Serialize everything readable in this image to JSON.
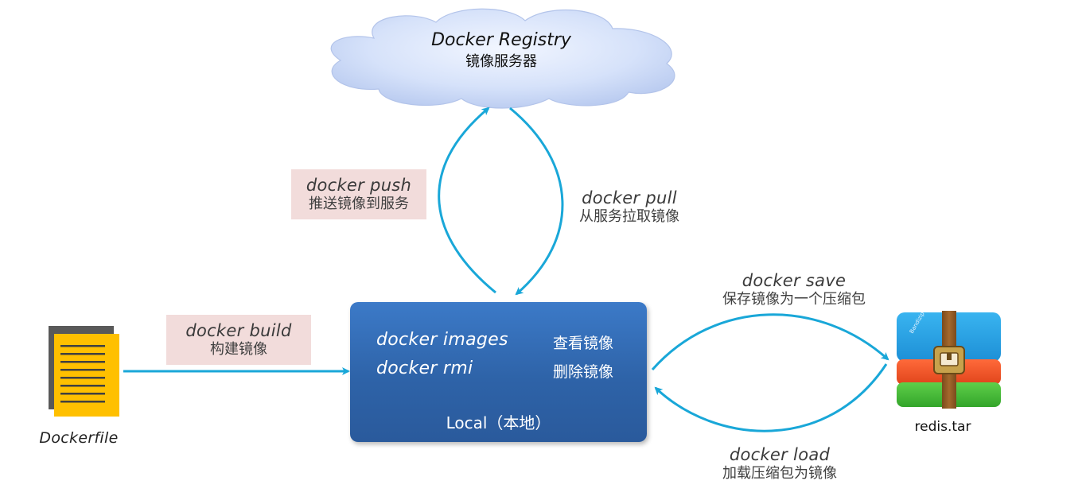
{
  "registry": {
    "title": "Docker Registry",
    "subtitle": "镜像服务器"
  },
  "push": {
    "command": "docker push",
    "desc": "推送镜像到服务"
  },
  "pull": {
    "command": "docker pull",
    "desc": "从服务拉取镜像"
  },
  "build": {
    "command": "docker build",
    "desc": "构建镜像"
  },
  "local": {
    "rows": [
      {
        "command": "docker images",
        "desc": "查看镜像"
      },
      {
        "command": "docker rmi",
        "desc": "删除镜像"
      }
    ],
    "title": "Local（本地）"
  },
  "save": {
    "command": "docker save",
    "desc": "保存镜像为一个压缩包"
  },
  "load": {
    "command": "docker load",
    "desc": "加载压缩包为镜像"
  },
  "dockerfile": {
    "label": "Dockerfile"
  },
  "archive": {
    "label": "redis.tar",
    "brand_text": "Bandizip"
  },
  "colors": {
    "arrow": "#19a7d8",
    "local_box": "#3470ba",
    "label_bg": "#f2dcdb",
    "cloud": "#c9d9f7",
    "doc_yellow": "#ffc000"
  }
}
